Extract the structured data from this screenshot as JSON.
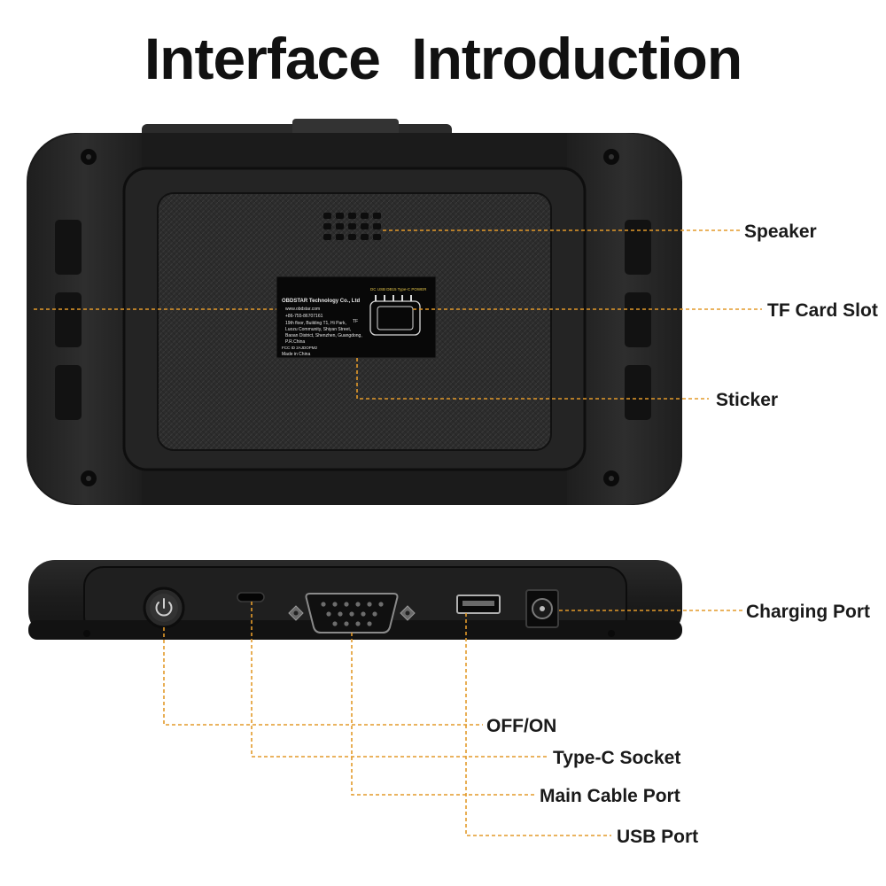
{
  "title": "Interface  Introduction",
  "labels": {
    "speaker": "Speaker",
    "tf_card_slot": "TF Card Slot",
    "sticker": "Sticker",
    "charging_port": "Charging Port",
    "off_on": "OFF/ON",
    "type_c_socket": "Type-C Socket",
    "main_cable_port": "Main Cable Port",
    "usb_port": "USB Port"
  },
  "sticker": {
    "company": "OBDSTAR Technology Co., Ltd",
    "website": "www.obdstar.com",
    "phone": "+86-755-86707161",
    "addr1": "19th floor, Building T1, Hi Park,",
    "addr2": "Luozu Community, Shiyan Street,",
    "addr3": "Baoan District, Shenzhen, Guangdong,",
    "addr4": "P.R.China",
    "fcc": "FCC ID 2AJDOPM2",
    "made_in": "Made in China",
    "port_header": "DC  USB  DB15 Type-C POWER",
    "tf": "TF"
  },
  "colors": {
    "leader": "#e39a2a",
    "body": "#232323",
    "label": "#1a1a1a"
  }
}
